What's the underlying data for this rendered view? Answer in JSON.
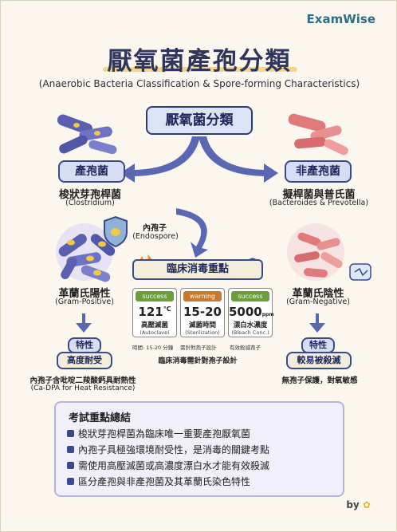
{
  "brand": "ExamWise",
  "title": "厭氧菌產孢分類",
  "subtitle": "(Anaerobic Bacteria Classification & Spore-forming Characteristics)",
  "root": "厭氧菌分類",
  "left": {
    "header": "產孢菌",
    "name": "梭狀芽孢桿菌",
    "name_en": "(Clostridium)",
    "endospore": "內孢子",
    "endospore_en": "(Endospore)",
    "gram": "革蘭氏陽性",
    "gram_en": "(Gram-Positive)",
    "trait_label": "特性",
    "trait": "高度耐受",
    "note": "內孢子含吡啶二羧酸鈣具耐熱性",
    "note_en": "(Ca-DPA for Heat Resistance)"
  },
  "right": {
    "header": "非產孢菌",
    "name": "擬桿菌與普氏菌",
    "name_en": "(Bacteroides & Prevotella)",
    "gram": "革蘭氏陰性",
    "gram_en": "(Gram-Negative)",
    "trait_label": "特性",
    "trait": "較易被殺滅",
    "note": "無孢子保護，對氧敏感"
  },
  "clinical": {
    "title": "臨床消毒重點",
    "cards": [
      {
        "status": "success",
        "status_color": "#6a9e3a",
        "value": "121",
        "unit": "°C",
        "label": "高壓滅菌",
        "label_en": "(Autoclave)"
      },
      {
        "status": "warning",
        "status_color": "#c87a2a",
        "value": "15-20",
        "unit": "",
        "label": "滅菌時間",
        "label_en": "(Sterilization)"
      },
      {
        "status": "success",
        "status_color": "#6a9e3a",
        "value": "5000",
        "unit": "ppm",
        "label": "漂白水濃度",
        "label_en": "(Bleach Conc.)"
      }
    ],
    "notes": [
      "時間: 15-20 分鐘",
      "需針對孢子設計",
      "有效殺滅孢子"
    ],
    "footer": "臨床消毒需針對孢子設計"
  },
  "summary": {
    "title": "考試重點總結",
    "items": [
      "梭狀芽孢桿菌為臨床唯一重要產孢厭氧菌",
      "內孢子具極強環境耐受性，是消毒的關鍵考點",
      "需使用高壓滅菌或高濃度漂白水才能有效殺滅",
      "區分產孢與非產孢菌及其革蘭氏染色特性"
    ]
  },
  "by": "by",
  "colors": {
    "navy": "#2f3a78",
    "rod_purple": "#5a5fb0",
    "rod_pink": "#e0797b",
    "spore_yellow": "#f2c84b"
  }
}
